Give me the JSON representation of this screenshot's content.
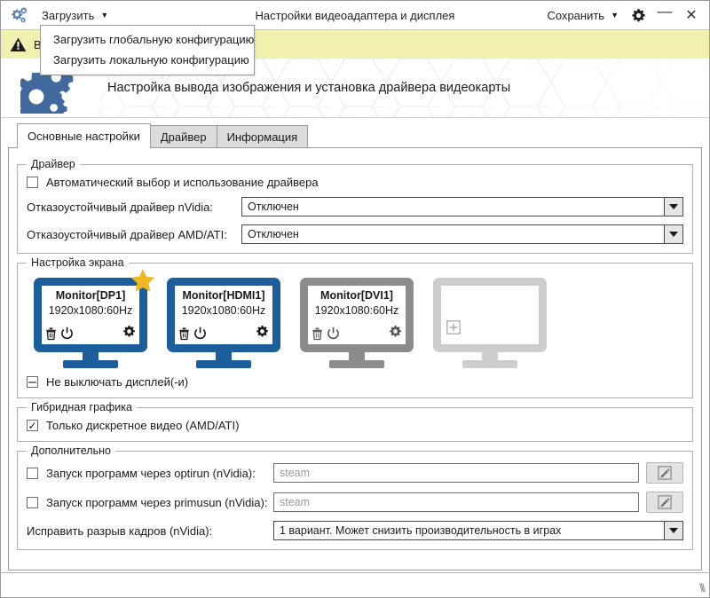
{
  "window": {
    "title": "Настройки видеоадаптера и дисплея",
    "app_icon": "gears-icon",
    "minimize_label": "—",
    "close_label": "✕"
  },
  "titlebar": {
    "load_menu_label": "Загрузить",
    "load_menu_caret": "▼",
    "save_menu_label": "Сохранить",
    "save_menu_caret": "▼",
    "settings_icon": "gear-icon"
  },
  "dropdown": {
    "items": [
      {
        "label": "Загрузить глобальную конфигурацию"
      },
      {
        "label": "Загрузить локальную конфигурацию"
      }
    ]
  },
  "warning": {
    "icon": "warning-triangle-icon",
    "text": "В",
    "bg_color": "#f2f0ae"
  },
  "banner": {
    "icon": "gears-icon",
    "title": "Настройка вывода изображения и установка драйвера видеокарты"
  },
  "tabs": [
    {
      "label": "Основные настройки",
      "active": true
    },
    {
      "label": "Драйвер",
      "active": false
    },
    {
      "label": "Информация",
      "active": false
    }
  ],
  "driver_group": {
    "legend": "Драйвер",
    "auto_checkbox": {
      "label": "Автоматический выбор и использование драйвера",
      "checked": false,
      "mark": ""
    },
    "nvidia": {
      "label": "Отказоустойчивый драйвер nVidia:",
      "value": "Отключен"
    },
    "amd": {
      "label": "Отказоустойчивый драйвер AMD/ATI:",
      "value": "Отключен"
    }
  },
  "screen_group": {
    "legend": "Настройка экрана",
    "monitors": [
      {
        "name": "Monitor[DP1]",
        "resolution": "1920x1080:60Hz",
        "state": "active",
        "primary": true,
        "star_color": "#f0b820",
        "accent": "#1b5e9b",
        "icons": [
          "trash-icon",
          "power-icon",
          "gear-icon"
        ]
      },
      {
        "name": "Monitor[HDMI1]",
        "resolution": "1920x1080:60Hz",
        "state": "active",
        "primary": false,
        "accent": "#1b5e9b",
        "icons": [
          "trash-icon",
          "power-icon",
          "gear-icon"
        ]
      },
      {
        "name": "Monitor[DVI1]",
        "resolution": "1920x1080:60Hz",
        "state": "disabled",
        "primary": false,
        "accent": "#8b8b8b",
        "icons": [
          "trash-icon",
          "power-icon",
          "gear-icon"
        ]
      },
      {
        "name": "",
        "resolution": "",
        "state": "empty",
        "primary": false,
        "accent": "#cdcdcd",
        "icons": [
          "plus-icon"
        ]
      }
    ],
    "keep_on_checkbox": {
      "label": "Не выключать дисплей(-и)",
      "state": "indeterminate",
      "mark": "–"
    }
  },
  "hybrid_group": {
    "legend": "Гибридная графика",
    "discrete_checkbox": {
      "label": "Только дискретное видео (AMD/ATI)",
      "checked": true,
      "mark": "✓"
    }
  },
  "advanced_group": {
    "legend": "Дополнительно",
    "optirun": {
      "checkbox_label": "Запуск программ через optirun (nVidia):",
      "checked": false,
      "mark": "",
      "placeholder": "steam",
      "value": "",
      "edit_icon": "pencil-edit-icon"
    },
    "primusrun": {
      "checkbox_label": "Запуск программ через primusun (nVidia):",
      "checked": false,
      "mark": "",
      "placeholder": "steam",
      "value": "",
      "edit_icon": "pencil-edit-icon"
    },
    "tearfix": {
      "label": "Исправить разрыв кадров (nVidia):",
      "value": "1 вариант. Может снизить производительность в играх"
    }
  },
  "statusbar": {
    "resize_grip": "///"
  }
}
